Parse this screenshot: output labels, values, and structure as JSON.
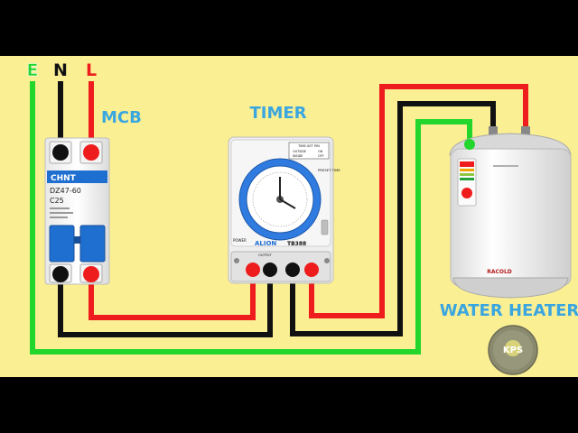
{
  "labels": {
    "earth": "E",
    "neutral": "N",
    "live": "L",
    "mcb": "MCB",
    "timer": "TIMER",
    "water_heater": "WATER HEATER"
  },
  "mcb_device": {
    "brand": "CHNT",
    "model": "DZ47-60",
    "rating": "C25"
  },
  "timer_device": {
    "brand": "ALION",
    "model": "TB388",
    "legend_title": "TIME-SET PIN",
    "outside_label": "OUTSIDE",
    "inside_label": "INSIDE",
    "on_label": "ON",
    "off_label": "OFF",
    "preset_label": "PRESET TIME",
    "power_label": "POWER",
    "output_label": "OUTPUT"
  },
  "heater_device": {
    "brand": "RACOLD",
    "logo": "KPS"
  },
  "colors": {
    "background": "#fbef94",
    "letterbox": "#000000",
    "earth_wire": "#22d62c",
    "neutral_wire": "#111111",
    "live_wire": "#ee1c1c",
    "label_blue": "#3aa6e0"
  }
}
